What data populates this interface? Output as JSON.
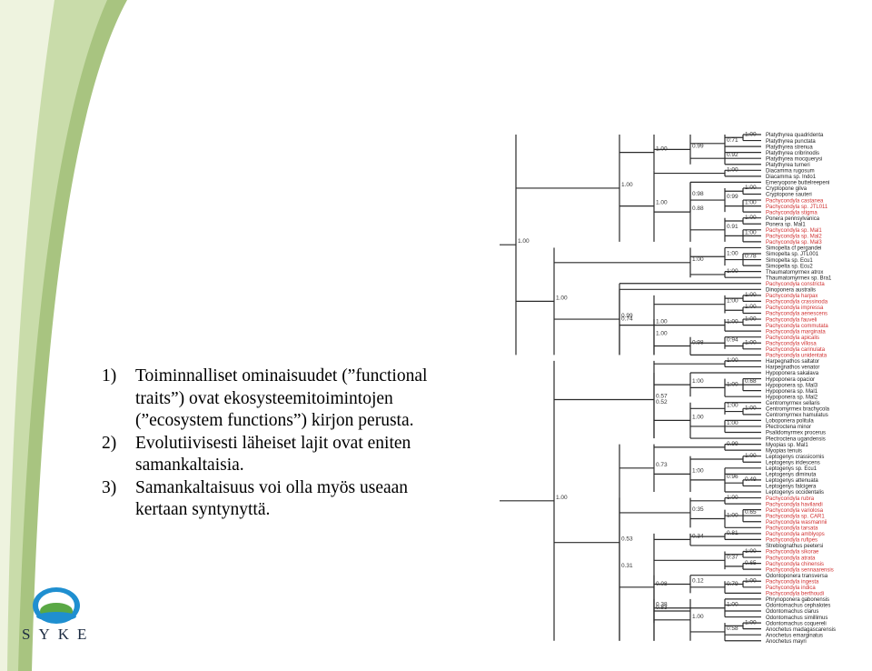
{
  "slide": {
    "points": [
      {
        "number": "1)",
        "text": "Toiminnalliset ominaisuudet (”functional traits”) ovat ekosysteemitoimintojen (”ecosystem functions”) kirjon perusta."
      },
      {
        "number": "2)",
        "text": "Evolutiivisesti läheiset lajit ovat eniten samankaltaisia."
      },
      {
        "number": "3)",
        "text": "Samankaltaisuus voi olla myös useaan kertaan syntynyttä."
      }
    ],
    "logo_text": "SYKE"
  },
  "colors": {
    "band_light": "#eef3df",
    "band_dark": "#a8c480",
    "tree_line": "#2a2a2a",
    "highlight": "#d03030",
    "logo_blue": "#1f8fd0",
    "logo_green": "#5aa845"
  },
  "tree": {
    "taxa": [
      {
        "name": "Platythyrea quadridenta",
        "hl": false
      },
      {
        "name": "Platythyrea punctata",
        "hl": false
      },
      {
        "name": "Platythyrea strenua",
        "hl": false
      },
      {
        "name": "Platythyrea cribrinodis",
        "hl": false
      },
      {
        "name": "Platythyrea mocquerysi",
        "hl": false
      },
      {
        "name": "Platythyrea turneri",
        "hl": false
      },
      {
        "name": "Diacamma rugosum",
        "hl": false
      },
      {
        "name": "Diacamma sp. Indo1",
        "hl": false
      },
      {
        "name": "Emeryopone buttelreepeni",
        "hl": false
      },
      {
        "name": "Cryptopone gilva",
        "hl": false
      },
      {
        "name": "Cryptopone sauteri",
        "hl": false
      },
      {
        "name": "Pachycondyla castanea",
        "hl": true
      },
      {
        "name": "Pachycondyla sp. JTL011",
        "hl": true
      },
      {
        "name": "Pachycondyla stigma",
        "hl": true
      },
      {
        "name": "Ponera pennsylvanica",
        "hl": false
      },
      {
        "name": "Ponera sp. Mal1",
        "hl": false
      },
      {
        "name": "Pachycondyla sp. Mal1",
        "hl": true
      },
      {
        "name": "Pachycondyla sp. Mal2",
        "hl": true
      },
      {
        "name": "Pachycondyla sp. Mal3",
        "hl": true
      },
      {
        "name": "Simopelta cf pergandei",
        "hl": false
      },
      {
        "name": "Simopelta sp. JTL001",
        "hl": false
      },
      {
        "name": "Simopelta sp. Ecu1",
        "hl": false
      },
      {
        "name": "Simopelta sp. Ecu2",
        "hl": false
      },
      {
        "name": "Thaumatomyrmex atrox",
        "hl": false
      },
      {
        "name": "Thaumatomyrmex sp. Bra1",
        "hl": false
      },
      {
        "name": "Pachycondyla constricta",
        "hl": true
      },
      {
        "name": "Dinoponera australis",
        "hl": false
      },
      {
        "name": "Pachycondyla harpax",
        "hl": true
      },
      {
        "name": "Pachycondyla crassinoda",
        "hl": true
      },
      {
        "name": "Pachycondyla impressa",
        "hl": true
      },
      {
        "name": "Pachycondyla aenescens",
        "hl": true
      },
      {
        "name": "Pachycondyla fauveli",
        "hl": true
      },
      {
        "name": "Pachycondyla commutata",
        "hl": true
      },
      {
        "name": "Pachycondyla marginata",
        "hl": true
      },
      {
        "name": "Pachycondyla apicalis",
        "hl": true
      },
      {
        "name": "Pachycondyla villosa",
        "hl": true
      },
      {
        "name": "Pachycondyla carinulata",
        "hl": true
      },
      {
        "name": "Pachycondyla unidentata",
        "hl": true
      },
      {
        "name": "Harpegnathos saltator",
        "hl": false
      },
      {
        "name": "Harpegnathos venator",
        "hl": false
      },
      {
        "name": "Hypoponera sakalava",
        "hl": false
      },
      {
        "name": "Hypoponera opacior",
        "hl": false
      },
      {
        "name": "Hypoponera sp. Mal3",
        "hl": false
      },
      {
        "name": "Hypoponera sp. Mal1",
        "hl": false
      },
      {
        "name": "Hypoponera sp. Mal2",
        "hl": false
      },
      {
        "name": "Centromyrmex sellaris",
        "hl": false
      },
      {
        "name": "Centromyrmex brachycola",
        "hl": false
      },
      {
        "name": "Centromyrmex hamulatus",
        "hl": false
      },
      {
        "name": "Loboponera politula",
        "hl": false
      },
      {
        "name": "Plectroctena minor",
        "hl": false
      },
      {
        "name": "Psalidomyrmex procerus",
        "hl": false
      },
      {
        "name": "Plectroctena ugandensis",
        "hl": false
      },
      {
        "name": "Myopias sp. Mal1",
        "hl": false
      },
      {
        "name": "Myopias tenuis",
        "hl": false
      },
      {
        "name": "Leptogenys crassicornis",
        "hl": false
      },
      {
        "name": "Leptogenys iridescens",
        "hl": false
      },
      {
        "name": "Leptogenys sp. Ecu1",
        "hl": false
      },
      {
        "name": "Leptogenys diminuta",
        "hl": false
      },
      {
        "name": "Leptogenys attenuata",
        "hl": false
      },
      {
        "name": "Leptogenys falcigera",
        "hl": false
      },
      {
        "name": "Leptogenys occidentalis",
        "hl": false
      },
      {
        "name": "Pachycondyla rubra",
        "hl": true
      },
      {
        "name": "Pachycondyla havilandi",
        "hl": true
      },
      {
        "name": "Pachycondyla variolosa",
        "hl": true
      },
      {
        "name": "Pachycondyla sp. CAR1",
        "hl": true
      },
      {
        "name": "Pachycondyla wasmannii",
        "hl": true
      },
      {
        "name": "Pachycondyla tarsata",
        "hl": true
      },
      {
        "name": "Pachycondyla amblyops",
        "hl": true
      },
      {
        "name": "Pachycondyla rufipes",
        "hl": true
      },
      {
        "name": "Streblognathus peetersi",
        "hl": false
      },
      {
        "name": "Pachycondyla sikorae",
        "hl": true
      },
      {
        "name": "Pachycondyla atrata",
        "hl": true
      },
      {
        "name": "Pachycondyla chinensis",
        "hl": true
      },
      {
        "name": "Pachycondyla sennaarensis",
        "hl": true
      },
      {
        "name": "Odontoponera transversa",
        "hl": false
      },
      {
        "name": "Pachycondyla ingesta",
        "hl": true
      },
      {
        "name": "Pachycondyla indica",
        "hl": true
      },
      {
        "name": "Pachycondyla berthoudi",
        "hl": true
      },
      {
        "name": "Phrynoponera gabonensis",
        "hl": false
      },
      {
        "name": "Odontomachus cephalotes",
        "hl": false
      },
      {
        "name": "Odontomachus clarus",
        "hl": false
      },
      {
        "name": "Odontomachus simillimus",
        "hl": false
      },
      {
        "name": "Odontomachus coquereli",
        "hl": false
      },
      {
        "name": "Anochetus madagascarensis",
        "hl": false
      },
      {
        "name": "Anochetus emarginatus",
        "hl": false
      },
      {
        "name": "Anochetus mayri",
        "hl": false
      }
    ],
    "clades": [
      {
        "r": [
          0,
          1
        ],
        "label": "1:00",
        "d": 6
      },
      {
        "r": [
          0,
          3
        ],
        "label": "0:71",
        "d": 5
      },
      {
        "r": [
          3,
          5
        ],
        "label": "0.92",
        "d": 5
      },
      {
        "r": [
          0,
          5
        ],
        "label": "0.99",
        "d": 4
      },
      {
        "r": [
          0,
          6
        ],
        "label": "1.00",
        "d": 3
      },
      {
        "r": [
          6,
          7
        ],
        "label": "1:00",
        "d": 5
      },
      {
        "r": [
          9,
          10
        ],
        "label": "1:00",
        "d": 6
      },
      {
        "r": [
          11,
          13
        ],
        "label": "1:00",
        "d": 6
      },
      {
        "r": [
          9,
          13
        ],
        "label": "0:99",
        "d": 5
      },
      {
        "r": [
          8,
          13
        ],
        "label": "0:98",
        "d": 4
      },
      {
        "r": [
          14,
          15
        ],
        "label": "1:00",
        "d": 6
      },
      {
        "r": [
          16,
          18
        ],
        "label": "1:00",
        "d": 6
      },
      {
        "r": [
          14,
          18
        ],
        "label": "0.91",
        "d": 5
      },
      {
        "r": [
          8,
          18
        ],
        "label": "0.88",
        "d": 4
      },
      {
        "r": [
          6,
          18
        ],
        "label": "1.00",
        "d": 3
      },
      {
        "r": [
          0,
          18
        ],
        "label": "1.00",
        "d": 2
      },
      {
        "r": [
          20,
          22
        ],
        "label": "0:78",
        "d": 6
      },
      {
        "r": [
          19,
          22
        ],
        "label": "1:00",
        "d": 5
      },
      {
        "r": [
          23,
          24
        ],
        "label": "1:00",
        "d": 5
      },
      {
        "r": [
          19,
          24
        ],
        "label": "1:00",
        "d": 4
      },
      {
        "r": [
          27,
          28
        ],
        "label": "1:00",
        "d": 6
      },
      {
        "r": [
          29,
          30
        ],
        "label": "1:00",
        "d": 6
      },
      {
        "r": [
          27,
          30
        ],
        "label": "1:00",
        "d": 5
      },
      {
        "r": [
          31,
          32
        ],
        "label": "1:00",
        "d": 6
      },
      {
        "r": [
          31,
          33
        ],
        "label": "1:00",
        "d": 5
      },
      {
        "r": [
          35,
          36
        ],
        "label": "1:00",
        "d": 6
      },
      {
        "r": [
          34,
          36
        ],
        "label": "0:94",
        "d": 5
      },
      {
        "r": [
          34,
          37
        ],
        "label": "0:98",
        "d": 4
      },
      {
        "r": [
          31,
          37
        ],
        "label": "1.00",
        "d": 3
      },
      {
        "r": [
          27,
          37
        ],
        "label": "1.00",
        "d": 3
      },
      {
        "r": [
          26,
          37
        ],
        "label": "0.74",
        "d": 2
      },
      {
        "r": [
          25,
          37
        ],
        "label": "0.99",
        "d": 2
      },
      {
        "r": [
          38,
          39
        ],
        "label": "1:00",
        "d": 5
      },
      {
        "r": [
          41,
          43
        ],
        "label": "0.68",
        "d": 6
      },
      {
        "r": [
          41,
          44
        ],
        "label": "1:00",
        "d": 5
      },
      {
        "r": [
          40,
          44
        ],
        "label": "1:00",
        "d": 4
      },
      {
        "r": [
          46,
          47
        ],
        "label": "1:00",
        "d": 6
      },
      {
        "r": [
          45,
          47
        ],
        "label": "1:00",
        "d": 5
      },
      {
        "r": [
          48,
          50
        ],
        "label": "1:00",
        "d": 5
      },
      {
        "r": [
          45,
          51
        ],
        "label": "1.00",
        "d": 4
      },
      {
        "r": [
          40,
          51
        ],
        "label": "0.52",
        "d": 3
      },
      {
        "r": [
          38,
          51
        ],
        "label": "0.57",
        "d": 3
      },
      {
        "r": [
          52,
          53
        ],
        "label": "0.99",
        "d": 5
      },
      {
        "r": [
          54,
          55
        ],
        "label": "1:00",
        "d": 6
      },
      {
        "r": [
          58,
          59
        ],
        "label": "0.49",
        "d": 6
      },
      {
        "r": [
          56,
          60
        ],
        "label": "0:96",
        "d": 5
      },
      {
        "r": [
          54,
          60
        ],
        "label": "1:00",
        "d": 4
      },
      {
        "r": [
          52,
          60
        ],
        "label": "0.73",
        "d": 3
      },
      {
        "r": [
          61,
          62
        ],
        "label": "1:00",
        "d": 5
      },
      {
        "r": [
          63,
          65
        ],
        "label": "0.65",
        "d": 6
      },
      {
        "r": [
          63,
          66
        ],
        "label": "1:00",
        "d": 5
      },
      {
        "r": [
          61,
          66
        ],
        "label": "0:35",
        "d": 4
      },
      {
        "r": [
          67,
          68
        ],
        "label": "0.81",
        "d": 5
      },
      {
        "r": [
          67,
          69
        ],
        "label": "0.34",
        "d": 4
      },
      {
        "r": [
          70,
          71
        ],
        "label": "1:00",
        "d": 6
      },
      {
        "r": [
          72,
          73
        ],
        "label": "0.65",
        "d": 6
      },
      {
        "r": [
          70,
          73
        ],
        "label": "0:37",
        "d": 5
      },
      {
        "r": [
          75,
          76
        ],
        "label": "1:00",
        "d": 6
      },
      {
        "r": [
          75,
          77
        ],
        "label": "0:79",
        "d": 5
      },
      {
        "r": [
          74,
          77
        ],
        "label": "0.12",
        "d": 4
      },
      {
        "r": [
          78,
          81
        ],
        "label": "1:00",
        "d": 5
      },
      {
        "r": [
          82,
          83
        ],
        "label": "1:00",
        "d": 6
      },
      {
        "r": [
          82,
          85
        ],
        "label": "0:58",
        "d": 5
      },
      {
        "r": [
          78,
          85
        ],
        "label": "1.00",
        "d": 4
      },
      {
        "r": [
          78,
          82
        ],
        "label": "0.83",
        "d": 3
      },
      {
        "r": [
          74,
          85
        ],
        "label": "0.38",
        "d": 3
      },
      {
        "r": [
          67,
          85
        ],
        "label": "0.08",
        "d": 3
      },
      {
        "r": [
          61,
          85
        ],
        "label": "0.31",
        "d": 2
      },
      {
        "r": [
          52,
          85
        ],
        "label": "0.53",
        "d": 2
      },
      {
        "r": [
          38,
          85
        ],
        "label": "1.00",
        "d": 1
      },
      {
        "r": [
          19,
          37
        ],
        "label": "1.00",
        "d": 1
      },
      {
        "r": [
          0,
          37
        ],
        "label": "1.00",
        "d": 0
      }
    ]
  }
}
